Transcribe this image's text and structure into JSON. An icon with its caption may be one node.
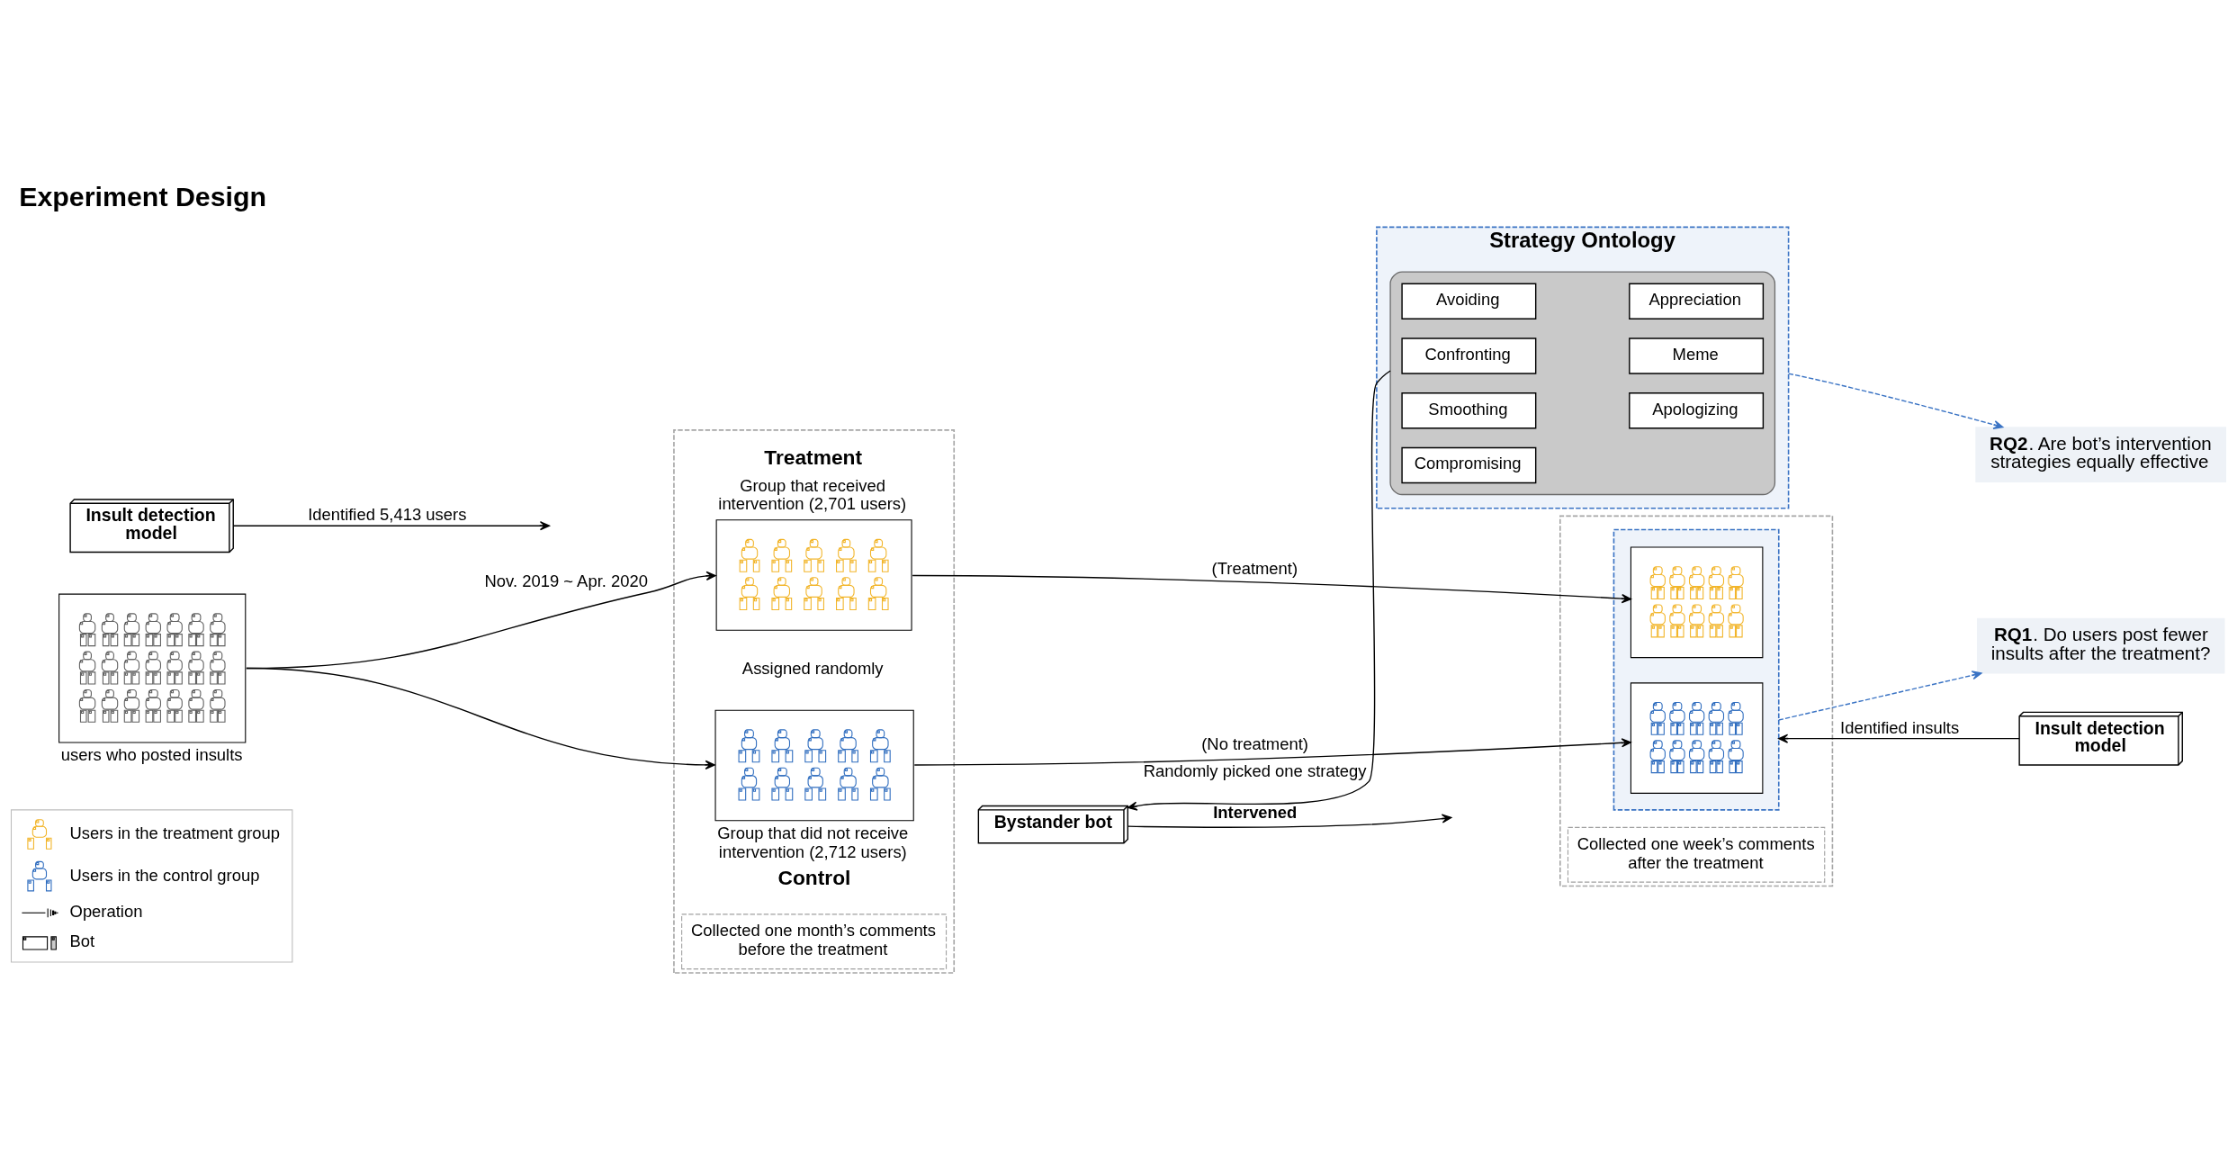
{
  "diagram": {
    "title": "Experiment Design",
    "nodes": [
      {
        "text": [
          "Strategy Ontology"
        ]
      },
      {
        "text": [],
        "shape": "cylinder",
        "in": 0
      },
      {
        "text": [
          "Avoiding"
        ],
        "in": 1
      },
      {
        "text": [
          "Appreciation"
        ],
        "in": 1
      },
      {
        "text": [
          "Confronting"
        ],
        "in": 1
      },
      {
        "text": [
          "Meme"
        ],
        "in": 1
      },
      {
        "text": [
          "Smoothing"
        ],
        "in": 1
      },
      {
        "text": [
          "Apologizing"
        ],
        "in": 1
      },
      {
        "text": [
          "Compromising"
        ],
        "in": 1
      },
      {
        "text": [
          "Bystander bot"
        ]
      },
      {
        "text": [
          "Insult detection model"
        ]
      },
      {
        "text": [],
        "shape": "picture",
        "beside": [
          "users who posted insults"
        ]
      },
      {
        "text": [
          "Collected one month’s comments before the treatment"
        ]
      },
      {
        "text": [
          "Treatment",
          "Group that received intervention (2,701 users)"
        ],
        "in": 12
      },
      {
        "text": [
          "Group that did not receive intervention (2,712 users)",
          "Control"
        ],
        "in": 12
      },
      {
        "text": [
          "Collected one week’s comments after the treatment"
        ]
      },
      {
        "text": [],
        "shape": "box",
        "in": 15
      },
      {
        "text": [],
        "shape": "picture",
        "in": 16
      },
      {
        "text": [],
        "shape": "picture",
        "in": 16
      },
      {
        "text": [
          "Insult detection model"
        ]
      },
      {
        "text": [
          "**RQ2**. Are bot’s intervention strategies equally effective"
        ]
      },
      {
        "text": [
          "**RQ1**. Do users post fewer insults after the treatment?"
        ]
      }
    ],
    "edges": [
      {
        "from": 1,
        "to": 9,
        "arrow": "to",
        "label": "Randomly picked one strategy"
      },
      {
        "from": 0,
        "to": 20,
        "arrow": "to",
        "style": "dashed",
        "color": "#3a73c4"
      },
      {
        "from": 9,
        "to": null,
        "arrow": "to",
        "label": "Intervened"
      },
      {
        "from": 10,
        "to": null,
        "arrow": "to",
        "label": "Identified 5,413 users"
      },
      {
        "from": 11,
        "to": 13,
        "arrow": "to",
        "label": "Nov. 2019 ~ Apr. 2020"
      },
      {
        "from": 11,
        "to": 14,
        "arrow": "to"
      },
      {
        "from": 13,
        "to": 17,
        "arrow": "to",
        "label": "(Treatment)"
      },
      {
        "from": 14,
        "to": 18,
        "arrow": "to",
        "label": "(No treatment)"
      },
      {
        "from": 16,
        "to": 21,
        "arrow": "to",
        "style": "dashed",
        "color": "#3a73c4"
      },
      {
        "from": 19,
        "to": 16,
        "arrow": "to",
        "label": "Identified insults"
      }
    ],
    "labels": [
      "Assigned randomly"
    ],
    "legend": [
      {
        "text": "Users in the treatment group"
      },
      {
        "text": "Users in the control group"
      },
      {
        "text": "Operation"
      },
      {
        "text": "Bot"
      }
    ]
  }
}
